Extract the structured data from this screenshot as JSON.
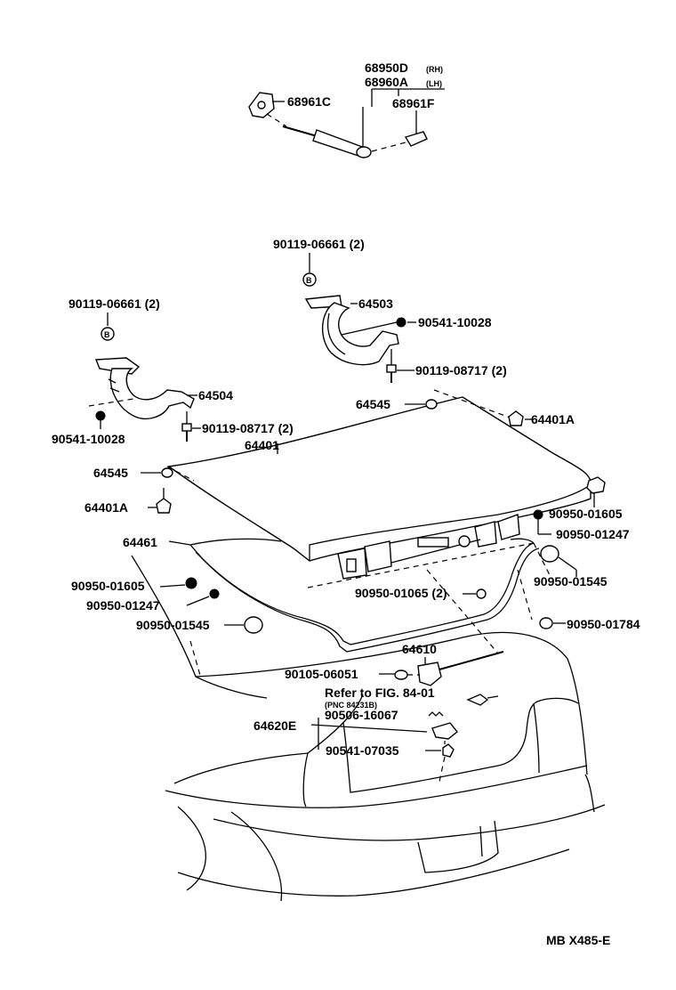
{
  "labels": {
    "p68950D": "68950D",
    "rh": "(RH)",
    "p68960A": "68960A",
    "lh": "(LH)",
    "p68961C": "68961C",
    "p68961F": "68961F",
    "bolt_90119_06661_a": "90119-06661 (2)",
    "bolt_90119_06661_b": "90119-06661 (2)",
    "p64503": "64503",
    "p64504": "64504",
    "nut_90541_10028_a": "90541-10028",
    "nut_90541_10028_b": "90541-10028",
    "bolt_90119_08717_a": "90119-08717 (2)",
    "bolt_90119_08717_b": "90119-08717 (2)",
    "p64545_a": "64545",
    "p64545_b": "64545",
    "p64401A_a": "64401A",
    "p64401A_b": "64401A",
    "p64401": "64401",
    "p64461": "64461",
    "cush_90950_01605_a": "90950-01605",
    "cush_90950_01605_b": "90950-01605",
    "cush_90950_01247_a": "90950-01247",
    "cush_90950_01247_b": "90950-01247",
    "cush_90950_01545_a": "90950-01545",
    "cush_90950_01545_b": "90950-01545",
    "cush_90950_01065": "90950-01065 (2)",
    "cush_90950_01784": "90950-01784",
    "p64610": "64610",
    "bolt_90105_06051": "90105-06051",
    "refer_fig": "Refer to FIG. 84-01",
    "pnc_ref": "(PNC 84231B)",
    "p90506_16067": "90506-16067",
    "p64620E": "64620E",
    "p90541_07035": "90541-07035",
    "ref_mark_b": "B",
    "footer_code": "MB  X485-E"
  }
}
